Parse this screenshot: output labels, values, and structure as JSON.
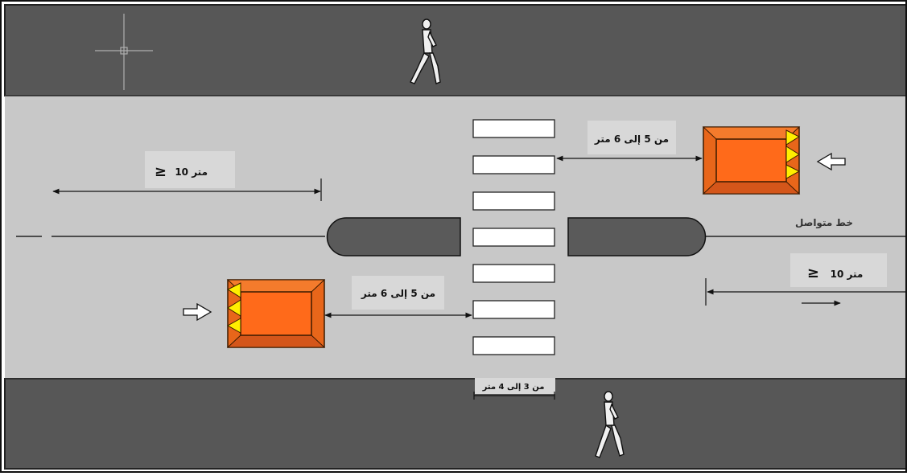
{
  "labels": {
    "dist_10m_left": "10 متر",
    "dist_10m_right": "10 متر",
    "gte_symbol": "≥",
    "dist_5to6_top": "من 5 إلى 6 متر",
    "dist_5to6_bottom": "من 5 إلى 6 متر",
    "dist_3to4": "من 3 إلى 4 متر",
    "continuous_line": "خط متواصل"
  },
  "colors": {
    "sidewalk": "#575757",
    "road": "#c8c8c8",
    "island": "#5a5a5a",
    "stripe": "#ffffff",
    "bump_outer": "#e8661a",
    "bump_inner": "#ff6a1a",
    "bump_teeth": "#ffee00"
  },
  "icons": {
    "pedestrian": "walking-person-icon",
    "crosshair": "cursor-crosshair-icon",
    "arrow": "hollow-arrow-icon"
  }
}
